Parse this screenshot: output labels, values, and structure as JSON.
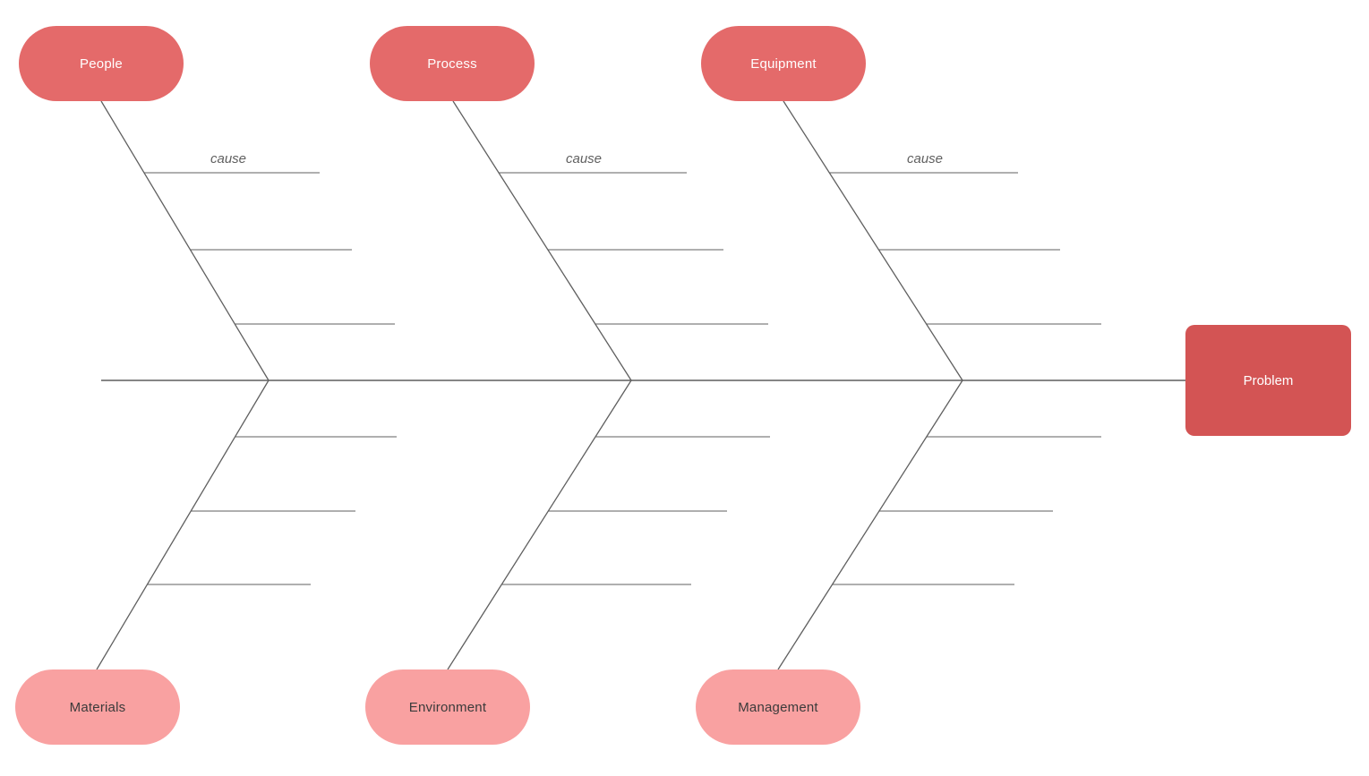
{
  "diagram": {
    "type": "fishbone-cause-and-effect",
    "problem": {
      "label": "Problem"
    },
    "top_categories": [
      {
        "label": "People"
      },
      {
        "label": "Process"
      },
      {
        "label": "Equipment"
      }
    ],
    "bottom_categories": [
      {
        "label": "Materials"
      },
      {
        "label": "Environment"
      },
      {
        "label": "Management"
      }
    ],
    "cause_labels": [
      {
        "text": "cause"
      },
      {
        "text": "cause"
      },
      {
        "text": "cause"
      }
    ],
    "branches_per_category": 3,
    "colors": {
      "background": "#ffffff",
      "top_pill_fill": "#e46a6a",
      "bottom_pill_fill": "#f9a1a1",
      "problem_fill": "#d35454",
      "line": "#5f5f5f",
      "cause_text": "#5f5f5f",
      "top_pill_text": "#ffffff",
      "bottom_pill_text": "#3b3b3b",
      "problem_text": "#ffffff"
    }
  }
}
